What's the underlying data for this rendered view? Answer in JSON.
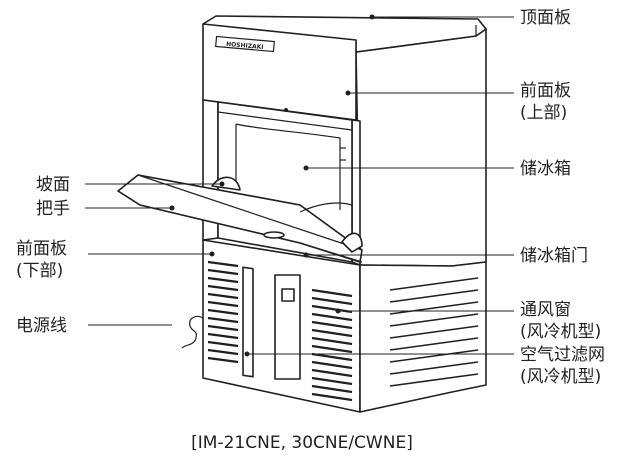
{
  "labels": {
    "top_panel": "顶面板",
    "front_panel_upper_l1": "前面板",
    "front_panel_upper_l2": "(上部)",
    "storage_bin": "储冰箱",
    "bin_door": "储冰箱门",
    "vent_l1": "通风窗",
    "vent_l2": "(风冷机型)",
    "filter_l1": "空气过滤网",
    "filter_l2": "(风冷机型)",
    "slope": "坡面",
    "handle": "把手",
    "front_panel_lower_l1": "前面板",
    "front_panel_lower_l2": "(下部)",
    "power_cord": "电源线"
  },
  "brand_plate": "HOSHIZAKI",
  "caption": "[IM-21CNE, 30CNE/CWNE]"
}
